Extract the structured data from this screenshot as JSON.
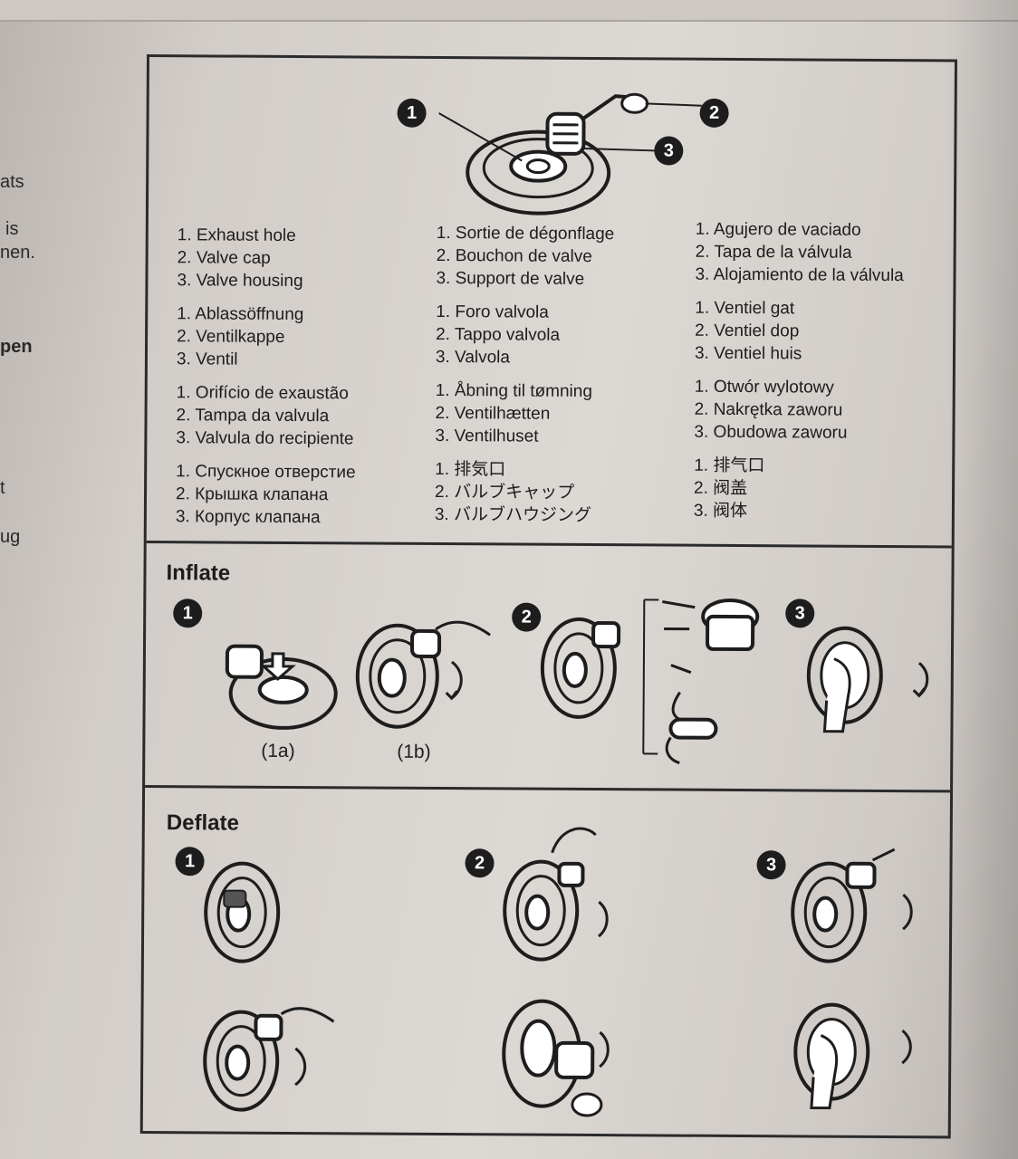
{
  "side_fragments": [
    "ats",
    "is",
    "nen.",
    "pen",
    "t",
    "ug"
  ],
  "diagram_callouts": [
    "1",
    "2",
    "3"
  ],
  "parts_legend": [
    [
      [
        "1. Exhaust hole",
        "2. Valve cap",
        "3. Valve housing"
      ],
      [
        "1. Sortie de dégonflage",
        "2. Bouchon de valve",
        "3. Support de valve"
      ],
      [
        "1. Agujero de vaciado",
        "2. Tapa de la válvula",
        "3. Alojamiento de la válvula"
      ]
    ],
    [
      [
        "1. Ablassöffnung",
        "2. Ventilkappe",
        "3. Ventil"
      ],
      [
        "1. Foro valvola",
        "2. Tappo valvola",
        "3. Valvola"
      ],
      [
        "1. Ventiel gat",
        "2. Ventiel dop",
        "3. Ventiel huis"
      ]
    ],
    [
      [
        "1. Orifício de exaustão",
        "2. Tampa da valvula",
        "3. Valvula do recipiente"
      ],
      [
        "1. Åbning til tømning",
        "2. Ventilhætten",
        "3. Ventilhuset"
      ],
      [
        "1. Otwór wylotowy",
        "2. Nakrętka zaworu",
        "3. Obudowa zaworu"
      ]
    ],
    [
      [
        "1. Спускное отверстие",
        "2. Крышка клапана",
        "3. Корпус клапана"
      ],
      [
        "1. 排気口",
        "2. バルブキャップ",
        "3. バルブハウジング"
      ],
      [
        "1. 排气口",
        "2. 阀盖",
        "3. 阀体"
      ]
    ]
  ],
  "inflate": {
    "title": "Inflate",
    "steps": [
      "1",
      "2",
      "3"
    ],
    "captions": [
      "(1a)",
      "(1b)"
    ]
  },
  "deflate": {
    "title": "Deflate",
    "steps": [
      "1",
      "2",
      "3"
    ]
  }
}
